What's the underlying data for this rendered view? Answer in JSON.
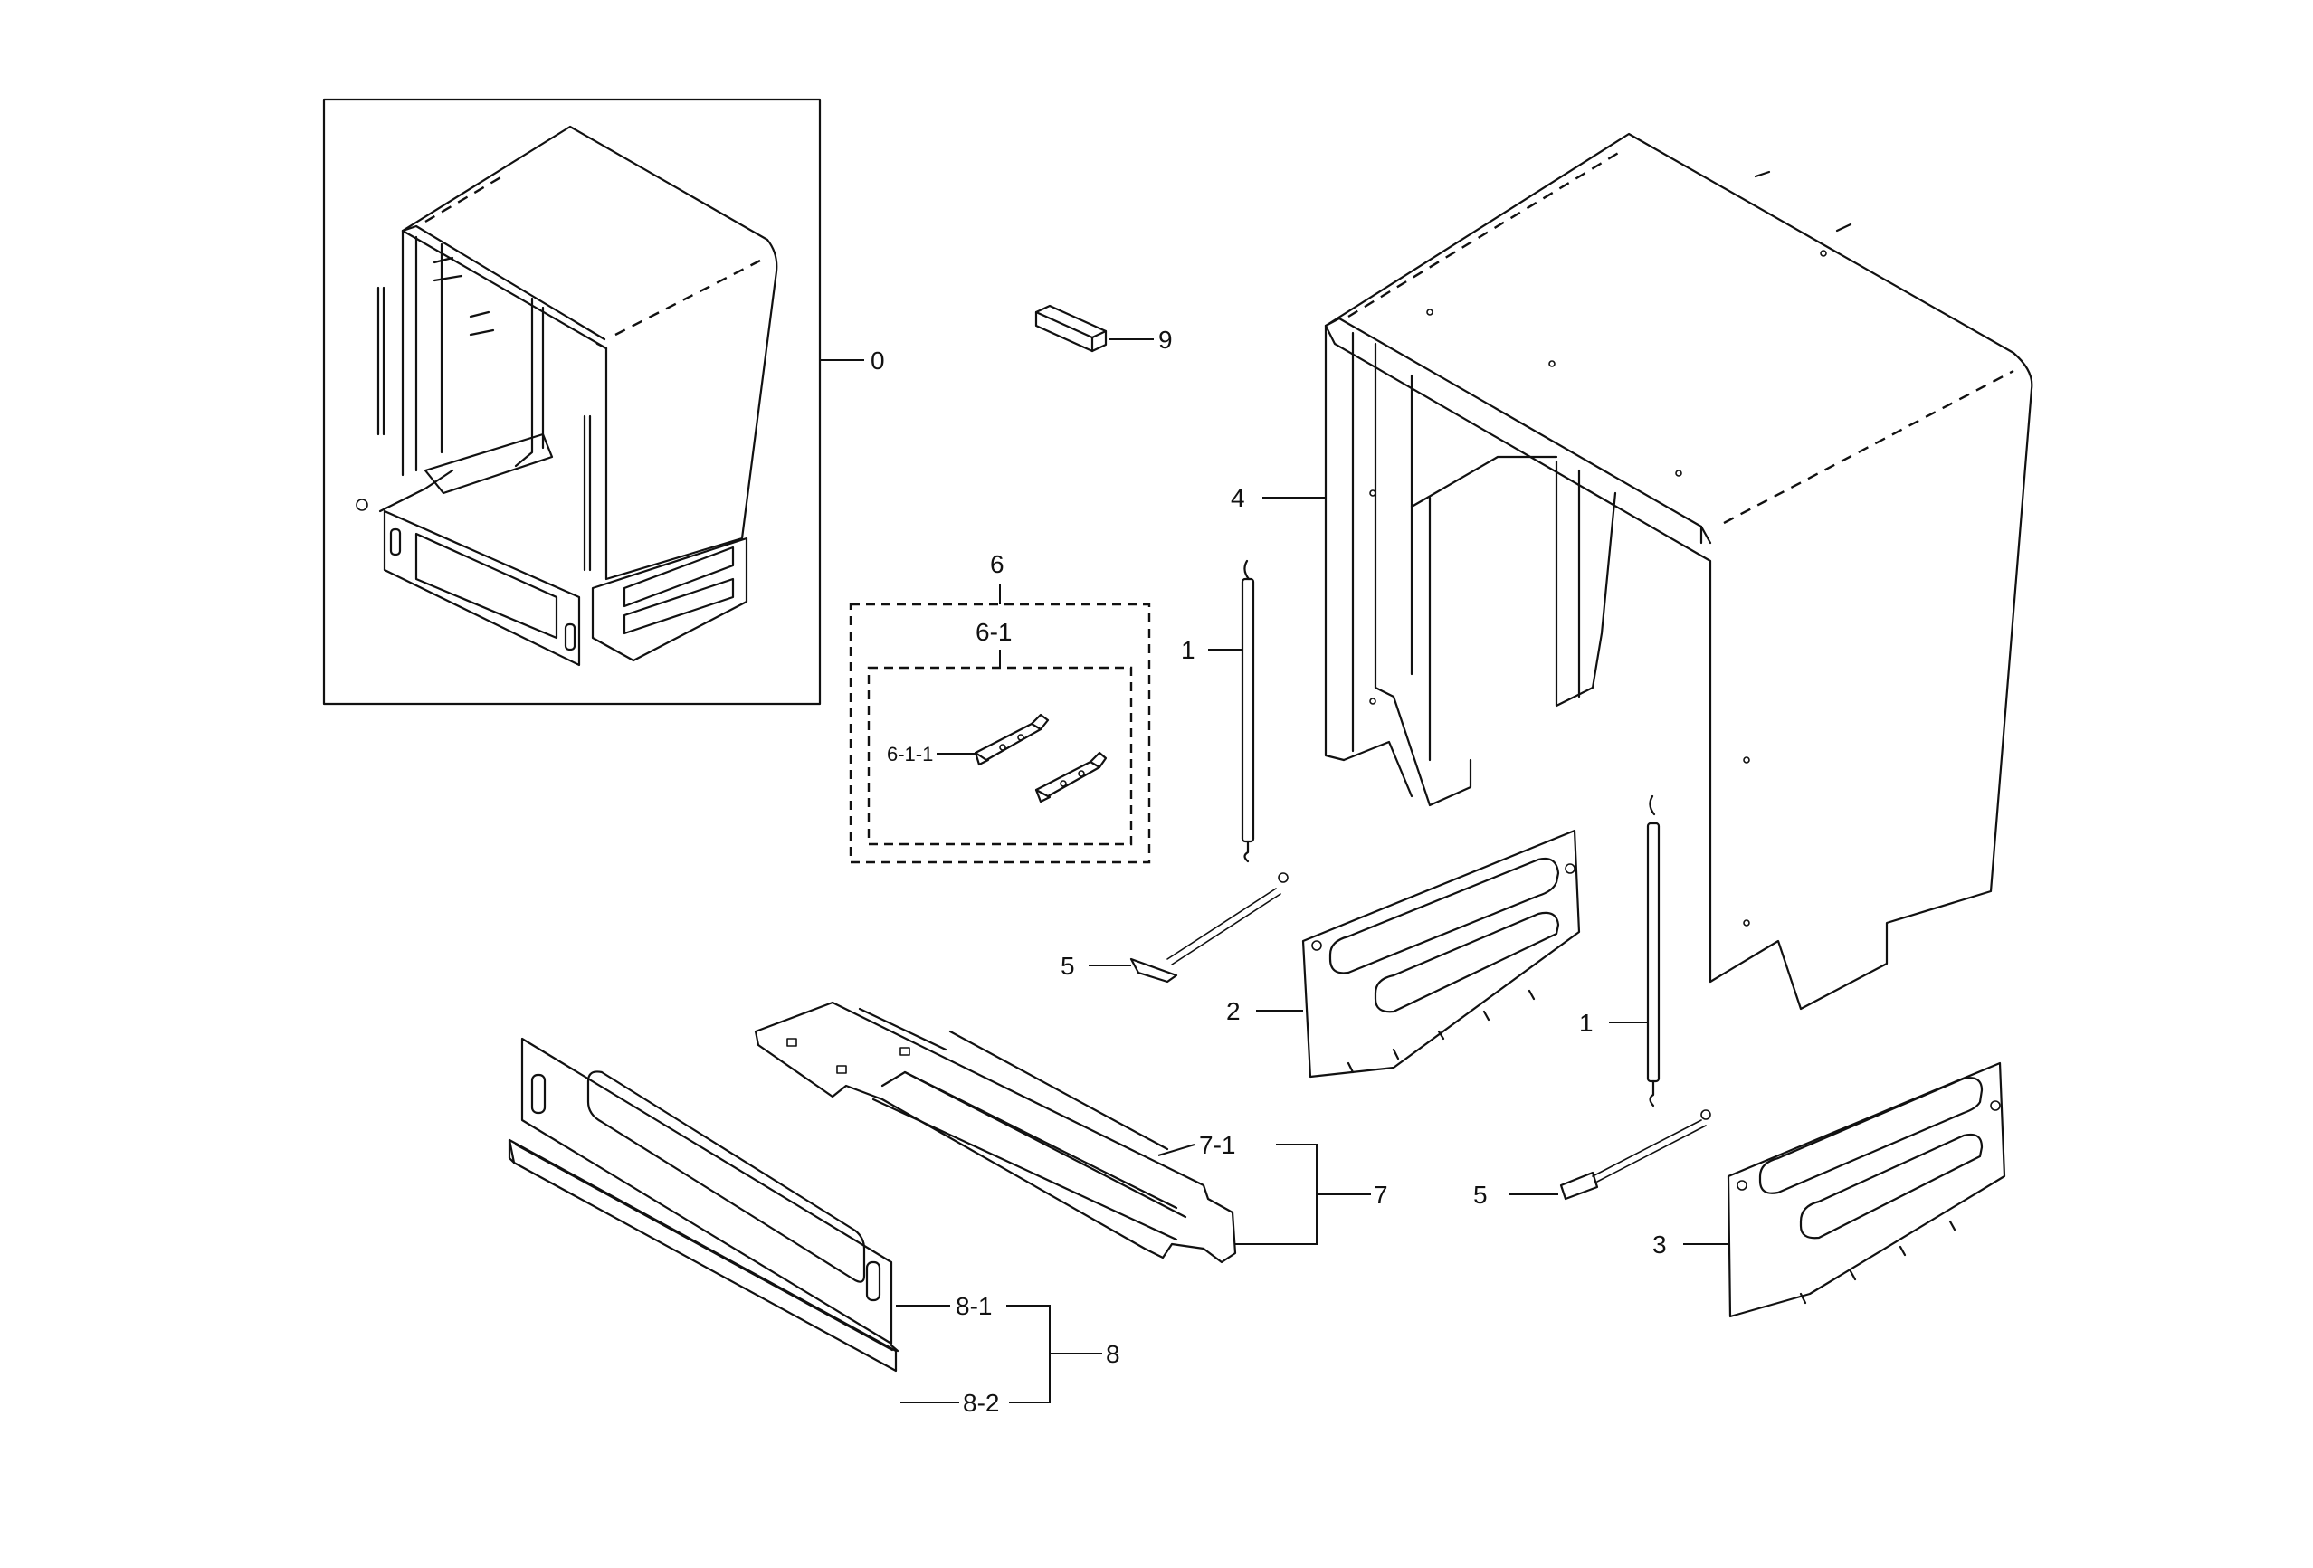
{
  "callouts": {
    "c0": "0",
    "c1a": "1",
    "c1b": "1",
    "c2": "2",
    "c3": "3",
    "c4": "4",
    "c5a": "5",
    "c5b": "5",
    "c6": "6",
    "c6_1": "6-1",
    "c6_1_1": "6-1-1",
    "c7": "7",
    "c7_1": "7-1",
    "c8": "8",
    "c8_1": "8-1",
    "c8_2": "8-2",
    "c9": "9"
  }
}
